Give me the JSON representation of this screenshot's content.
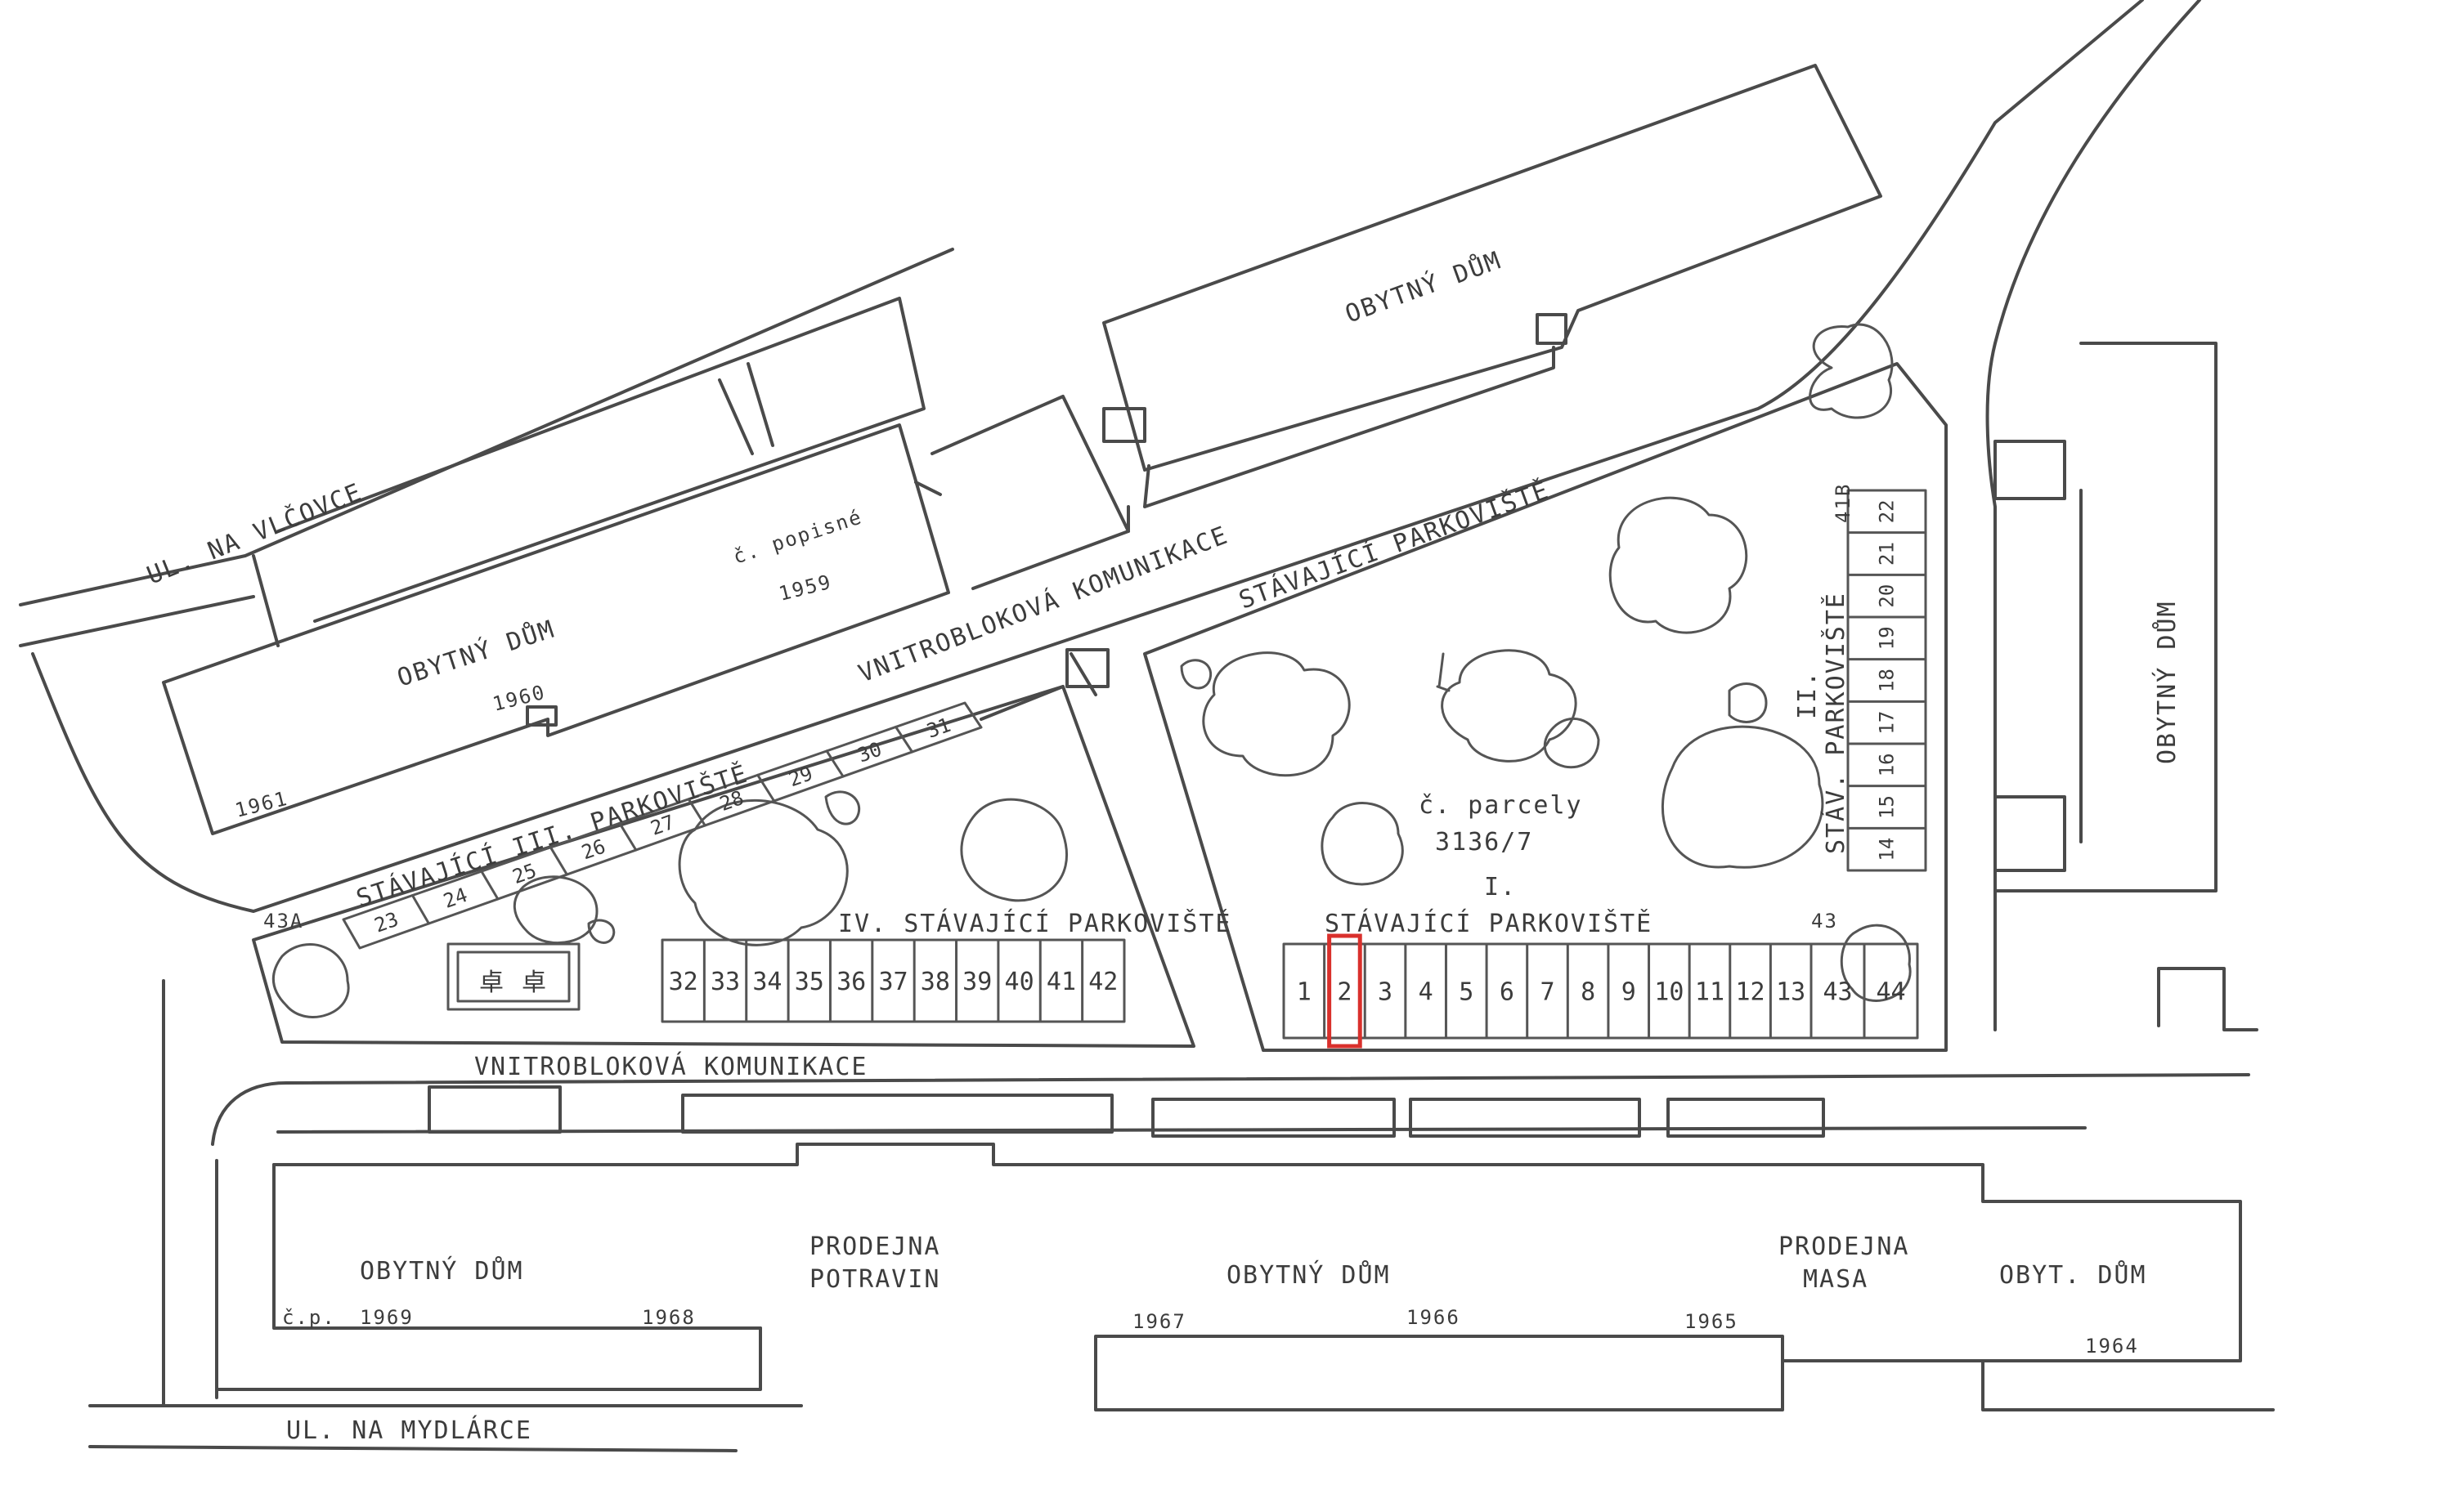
{
  "streets": {
    "north": "UL. NA VLČOVCE",
    "south": "UL. NA MYDLÁRCE"
  },
  "roads": {
    "internal_top": "VNITROBLOKOVÁ KOMUNIKACE",
    "internal_bottom": "VNITROBLOKOVÁ KOMUNIKACE"
  },
  "buildings": {
    "nw_label": "OBYTNÝ DŮM",
    "nw_cp_label": "č. popisné",
    "nw_num_1969": "1959",
    "nw_num_1960": "1960",
    "nw_num_1961": "1961",
    "north_label": "OBYTNÝ DŮM",
    "east_label": "OBYTNÝ DŮM",
    "south_1": "OBYTNÝ DŮM",
    "south_cp": "č.p.",
    "south_num_1": "1969",
    "south_num_2": "1968",
    "south_shop_1a": "PRODEJNA",
    "south_shop_1b": "POTRAVIN",
    "south_2": "OBYTNÝ DŮM",
    "south_num_3": "1967",
    "south_num_4": "1966",
    "south_num_5": "1965",
    "south_shop_2a": "PRODEJNA",
    "south_shop_2b": "MASA",
    "south_3": "OBYT. DŮM",
    "south_num_6": "1964"
  },
  "parking": {
    "p3_label": "STÁVAJÍCÍ III. PARKOVIŠTĚ",
    "p3_top_label": "STÁVAJÍCÍ PARKOVIŠTĚ",
    "p4_label": "IV. STÁVAJÍCÍ PARKOVIŠTĚ",
    "p1_label": "STÁVAJÍCÍ PARKOVIŠTĚ",
    "p1_roman": "I.",
    "p2_label": "STÁV. PARKOVIŠTĚ",
    "p2_roman": "II.",
    "p2_extra": "41B",
    "p3_corner": "43A",
    "p1_corner": "43",
    "slots_p1": [
      "1",
      "2",
      "3",
      "4",
      "5",
      "6",
      "7",
      "8",
      "9",
      "10",
      "11",
      "12",
      "13"
    ],
    "slots_p1_end": [
      "43",
      "44"
    ],
    "slots_p2": [
      "14",
      "15",
      "16",
      "17",
      "18",
      "19",
      "20",
      "21",
      "22"
    ],
    "slots_p3": [
      "23",
      "24",
      "25",
      "26",
      "27",
      "28",
      "29",
      "30",
      "31"
    ],
    "slots_p4": [
      "32",
      "33",
      "34",
      "35",
      "36",
      "37",
      "38",
      "39",
      "40",
      "41",
      "42"
    ],
    "highlighted_slot": "2"
  },
  "parcel": {
    "label": "č. parcely",
    "number": "3136/7"
  },
  "colors": {
    "ink": "#4a4a4a",
    "highlight": "#d9302c",
    "paper": "#ffffff"
  }
}
